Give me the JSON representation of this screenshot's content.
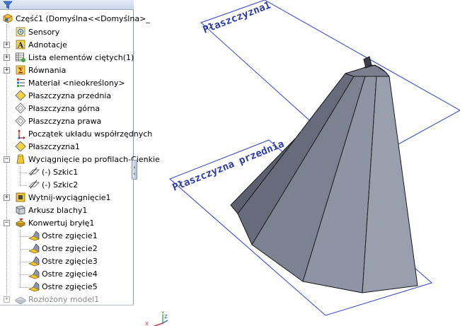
{
  "tree": {
    "root": "Część1  (Domyślna<<Domyślna>_",
    "items": [
      "Sensory",
      "Adnotacje",
      "Lista elementów ciętych(1)",
      "Równania",
      "Materiał <nieokreślony>",
      "Płaszczyzna przednia",
      "Płaszczyzna górna",
      "Płaszczyzna prawa",
      "Początek układu współrzędnych",
      "Płaszczyzna1",
      "Wyciągnięcie po profilach-Cienkie",
      "(-) Szkic1",
      "(-) Szkic2",
      "Wytnij-wyciągnięcie1",
      "Arkusz blachy1",
      "Konwertuj bryłę1",
      "Ostre zgięcie1",
      "Ostre zgięcie2",
      "Ostre zgięcie3",
      "Ostre zgięcie4",
      "Ostre zgięcie5",
      "Rozłożony model1"
    ]
  },
  "viewport": {
    "plane_top_label": "Płaszczyzna1",
    "plane_front_label": "Płaszczyzna przednia",
    "triad_x": "X",
    "triad_y": "Y",
    "triad_z": "Z"
  },
  "colors": {
    "plane_line": "#2a3fd6",
    "plane_label": "#2c3aa8",
    "solid_dark": "#5a5e6c",
    "solid_light": "#8e93a3",
    "panel_border": "#8e9aa8"
  },
  "icons": {
    "filter": "funnel-icon",
    "root": "part-icon",
    "sensors": "sensor-icon",
    "annotations": "annotation-icon",
    "cut_list": "cut-list-icon",
    "equations": "equations-icon",
    "material": "material-icon",
    "plane": "plane-icon",
    "origin": "origin-icon",
    "loft": "loft-icon",
    "sketch": "sketch-icon",
    "cut": "cut-extrude-icon",
    "sheet_metal": "sheet-metal-icon",
    "convert": "convert-solid-icon",
    "sharp_bend": "sharp-bend-icon",
    "flat_pattern": "flat-pattern-icon"
  }
}
